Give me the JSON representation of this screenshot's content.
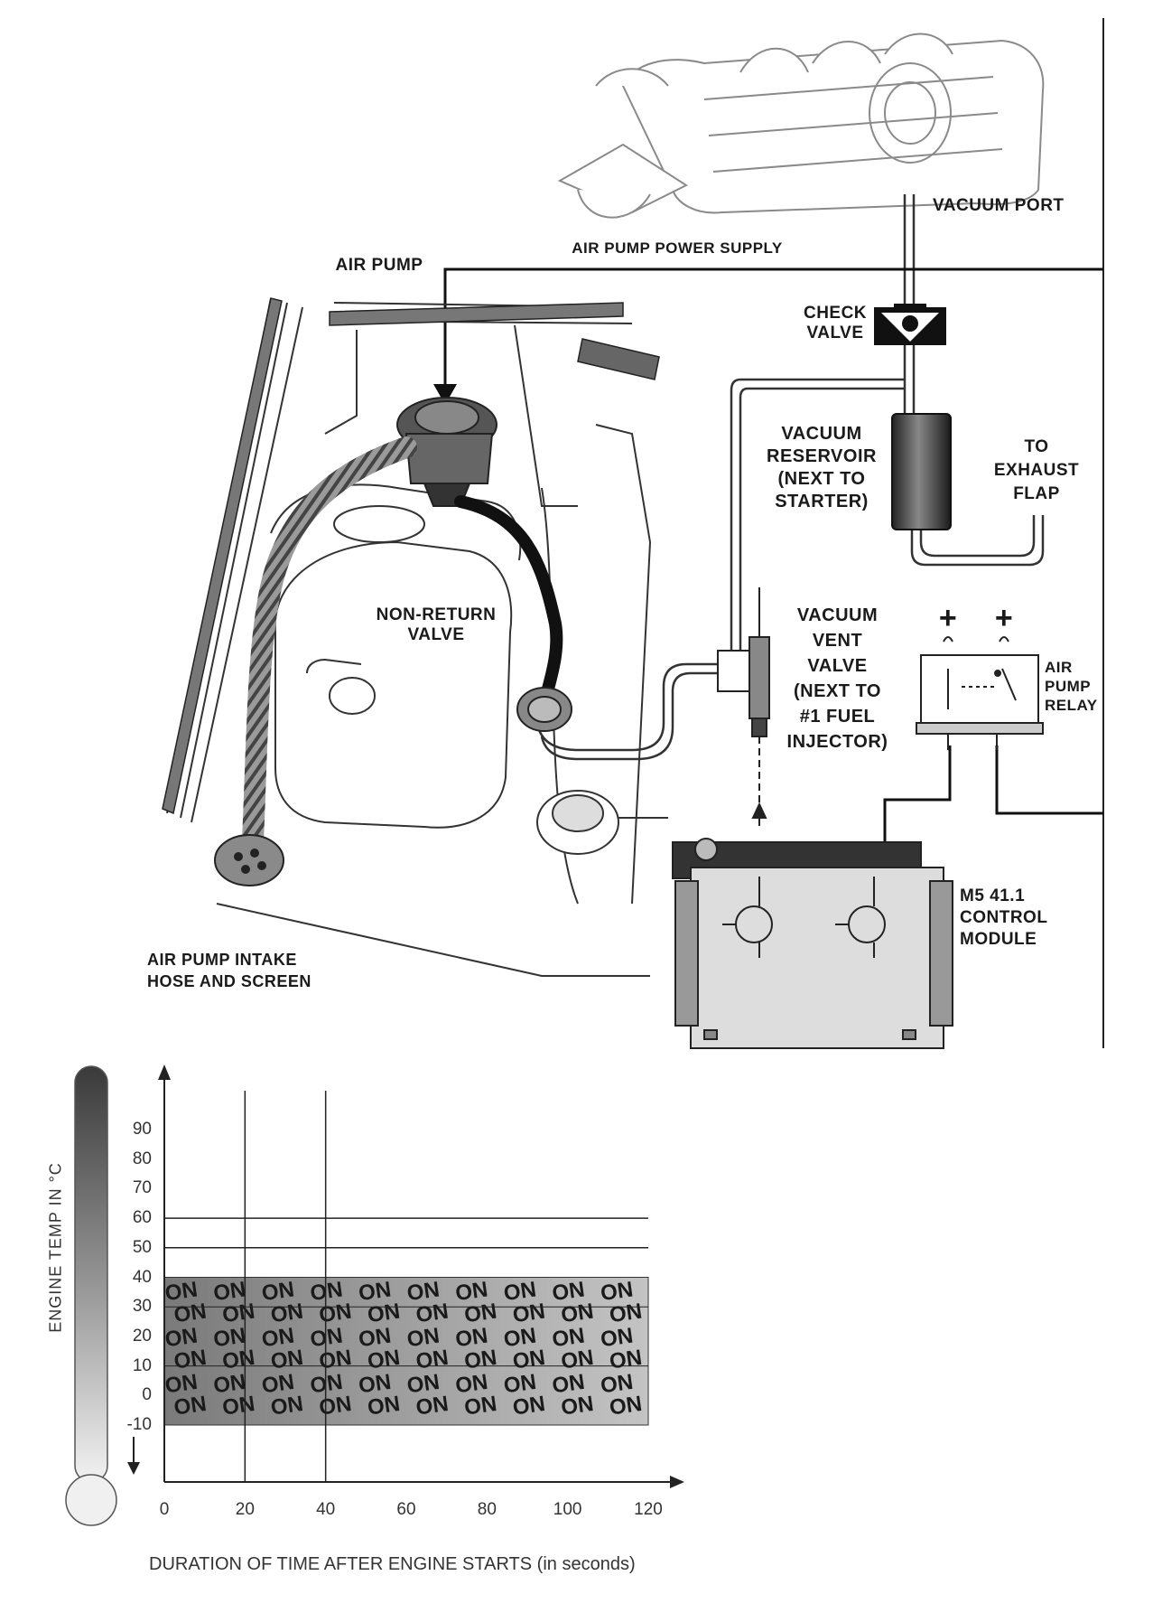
{
  "diagram": {
    "labels": {
      "vacuum_port": "VACUUM PORT",
      "air_pump_power_supply": "AIR PUMP POWER SUPPLY",
      "air_pump": "AIR PUMP",
      "check_valve_1": "CHECK",
      "check_valve_2": "VALVE",
      "vacuum_reservoir_1": "VACUUM",
      "vacuum_reservoir_2": "RESERVOIR",
      "vacuum_reservoir_3": "(NEXT TO",
      "vacuum_reservoir_4": "STARTER)",
      "to_exhaust_1": "TO",
      "to_exhaust_2": "EXHAUST",
      "to_exhaust_3": "FLAP",
      "non_return_1": "NON-RETURN",
      "non_return_2": "VALVE",
      "vent_valve_1": "VACUUM",
      "vent_valve_2": "VENT",
      "vent_valve_3": "VALVE",
      "vent_valve_4": "(NEXT TO",
      "vent_valve_5": "#1 FUEL",
      "vent_valve_6": "INJECTOR)",
      "plus_1": "+",
      "plus_2": "+",
      "relay_1": "AIR",
      "relay_2": "PUMP",
      "relay_3": "RELAY",
      "module_1": "M5 41.1",
      "module_2": "CONTROL",
      "module_3": "MODULE",
      "intake_1": "AIR PUMP INTAKE",
      "intake_2": "HOSE AND SCREEN"
    }
  },
  "chart_data": {
    "type": "area",
    "ylabel": "ENGINE TEMP IN °C",
    "xlabel": "DURATION OF TIME AFTER ENGINE STARTS (in seconds)",
    "x_ticks": [
      "0",
      "20",
      "40",
      "60",
      "80",
      "100",
      "120"
    ],
    "y_ticks": [
      "90",
      "80",
      "70",
      "60",
      "50",
      "40",
      "30",
      "20",
      "10",
      "0",
      "-10"
    ],
    "xlim": [
      0,
      120
    ],
    "ylim": [
      -10,
      90
    ],
    "on_region": {
      "label": "ON",
      "x": [
        0,
        120
      ],
      "y": [
        -10,
        40
      ]
    },
    "reference_lines_y": [
      50,
      60
    ],
    "reference_lines_x": [
      20,
      40
    ]
  }
}
